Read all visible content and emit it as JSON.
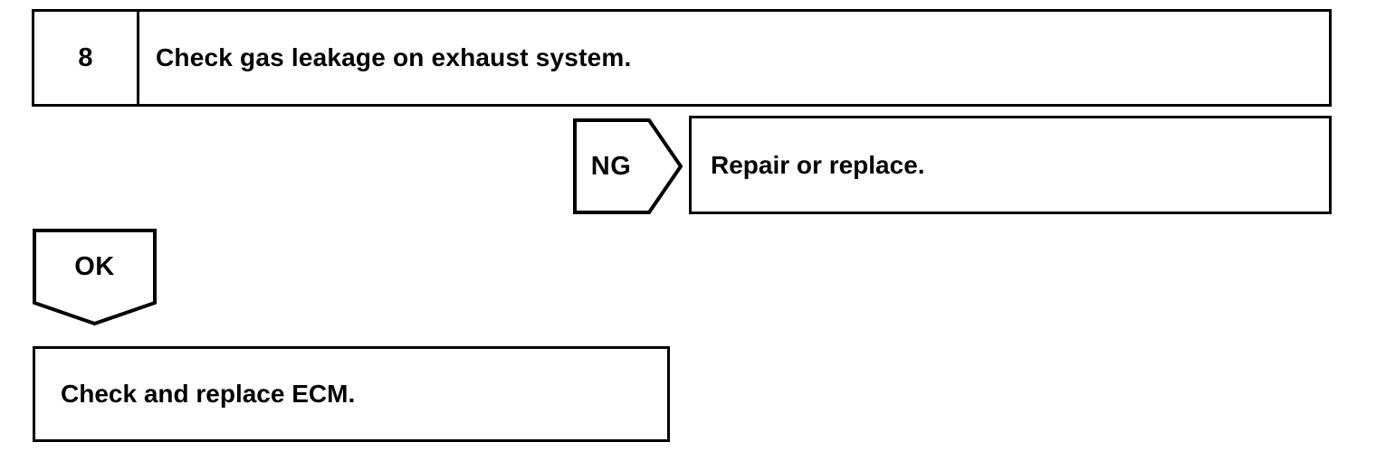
{
  "flowchart": {
    "step": {
      "number": "8",
      "instruction": "Check gas leakage on exhaust system."
    },
    "ng_branch": {
      "label": "NG",
      "action": "Repair or replace."
    },
    "ok_branch": {
      "label": "OK",
      "action": "Check and replace ECM."
    },
    "colors": {
      "line": "#000000",
      "background": "#ffffff"
    }
  }
}
